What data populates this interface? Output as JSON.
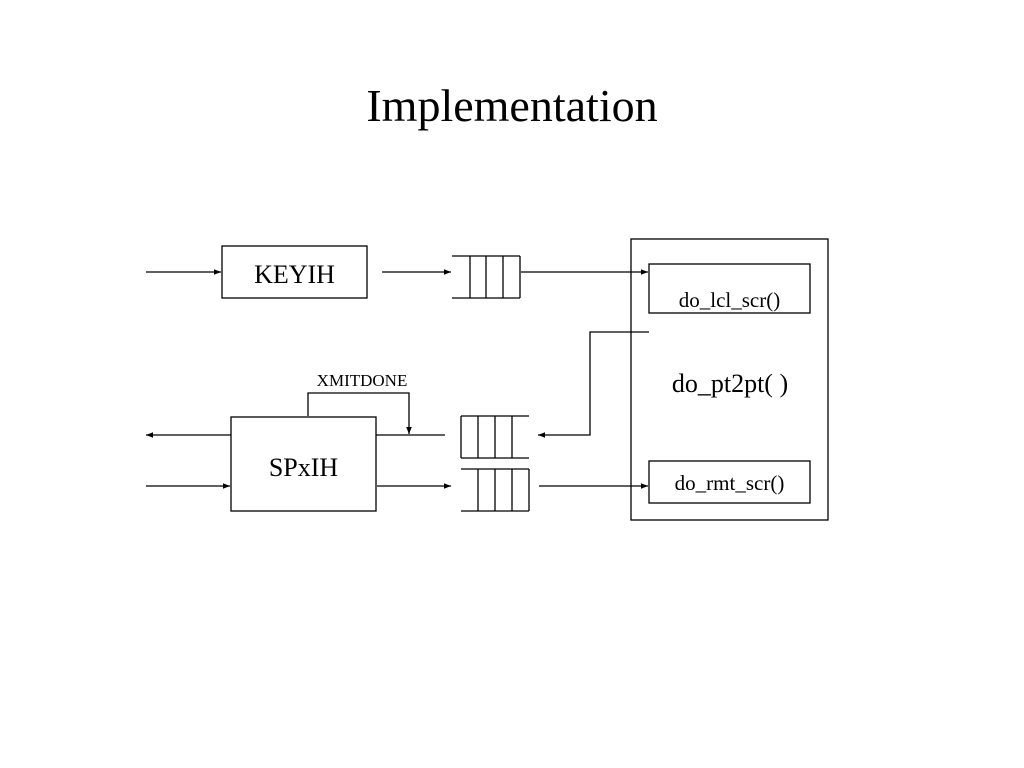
{
  "slide": {
    "title": "Implementation"
  },
  "diagram": {
    "blocks": {
      "keyih": "KEYIH",
      "spxih": "SPxIH",
      "do_pt2pt": "do_pt2pt( )",
      "do_lcl_scr": "do_lcl_scr()",
      "do_rmt_scr": "do_rmt_scr()"
    },
    "signals": {
      "xmitdone": "XMITDONE"
    },
    "colors": {
      "stroke": "#000000",
      "background": "#ffffff"
    }
  }
}
